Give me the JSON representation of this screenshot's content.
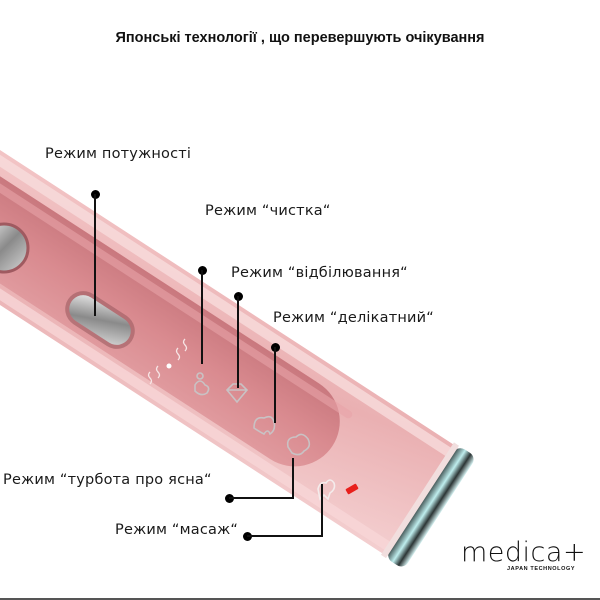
{
  "headline": "Японські технології , що перевершують очікування",
  "device": {
    "body_color": "#e8a9ab",
    "panel_color": "#d9878c",
    "indicator_color": "#e8201c",
    "mode_icons": [
      "power-level-waves-icon",
      "cleaning-mode-icon",
      "diamond-whitening-icon",
      "tooth-delicate-icon",
      "gum-care-icon",
      "massage-icon"
    ]
  },
  "callouts": [
    {
      "id": "power",
      "label": "Режим потужності"
    },
    {
      "id": "clean",
      "label": "Режим “чистка“"
    },
    {
      "id": "whitening",
      "label": "Режим “відбілювання“"
    },
    {
      "id": "delicate",
      "label": "Режим “делікатний“"
    },
    {
      "id": "gum_care",
      "label": "Режим “турбота про ясна“"
    },
    {
      "id": "massage",
      "label": "Режим “масаж“"
    }
  ],
  "logo": {
    "brand": "medica+",
    "tagline": "JAPAN TECHNOLOGY"
  }
}
